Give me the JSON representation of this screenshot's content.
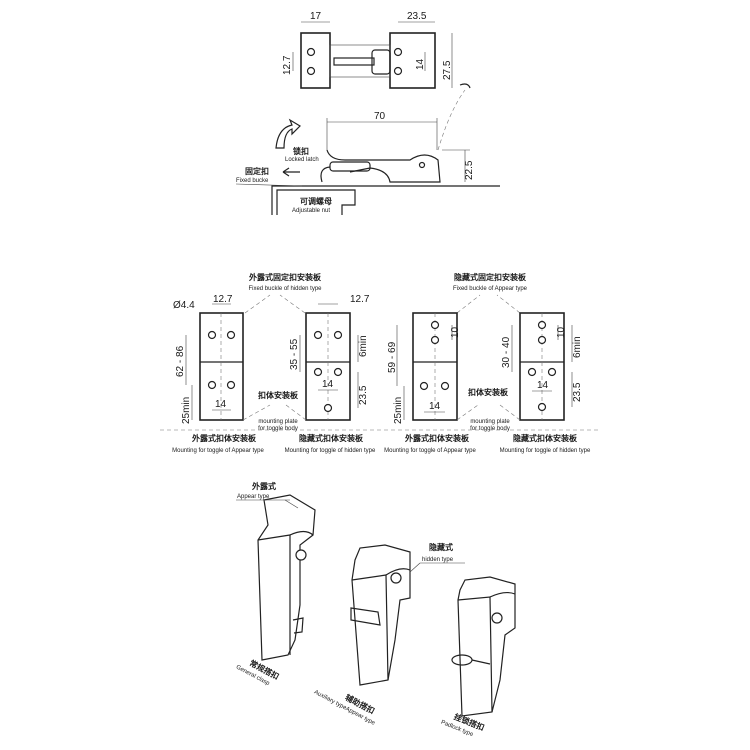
{
  "top_drawing": {
    "dims": {
      "left_width": "17",
      "right_width": "23.5",
      "left_hole_pitch": "12.7",
      "right_hole_pitch": "14",
      "right_height": "27.5",
      "length": "70",
      "height": "22.5"
    },
    "labels": {
      "locked_latch_cn": "锁扣",
      "locked_latch_en": "Locked latch",
      "fixed_buckle_cn": "固定扣",
      "fixed_buckle_en": "Fixed bucke",
      "adjustable_nut_cn": "可调螺母",
      "adjustable_nut_en": "Adjustable nut"
    }
  },
  "mounting": {
    "left_group": {
      "title_cn": "外露式固定扣安装板",
      "title_en": "Fixed buckle of hidden type",
      "plate_a": {
        "hole_dia": "Ø4.4",
        "pitch_top": "12.7",
        "range": "62 - 86",
        "min": "25min",
        "pitch_bottom": "14",
        "caption_cn": "外露式扣体安装板",
        "caption_en": "Mounting for toggle of Appear type"
      },
      "plate_b": {
        "pitch_top": "12.7",
        "range": "35 - 55",
        "min": "6min",
        "pitch_bottom": "14",
        "offset": "23.5",
        "caption_cn": "隐藏式扣体安装板",
        "caption_en": "Mounting for toggle of hidden type"
      },
      "body_cn": "扣体安装板",
      "body_en1": "mounting plate",
      "body_en2": "for toggle body"
    },
    "right_group": {
      "title_cn": "隐藏式固定扣安装板",
      "title_en": "Fixed buckle of Appear type",
      "plate_a": {
        "pitch_top": "10",
        "range": "59 - 69",
        "min": "25min",
        "pitch_bottom": "14",
        "caption_cn": "外露式扣体安装板",
        "caption_en": "Mounting for toggle of Appear type"
      },
      "plate_b": {
        "pitch_top": "10",
        "range": "30 - 40",
        "min": "6min",
        "pitch_bottom": "14",
        "offset": "23.5",
        "caption_cn": "隐藏式扣体安装板",
        "caption_en": "Mounting for toggle of hidden type"
      },
      "body_cn": "扣体安装板",
      "body_en1": "mounting plate",
      "body_en2": "for toggle body"
    }
  },
  "latches": {
    "appear_cn": "外露式",
    "appear_en": "Appear type",
    "hidden_cn": "隐藏式",
    "hidden_en": "hidden type",
    "items": [
      {
        "cn": "常规搭扣",
        "en": "General clasp"
      },
      {
        "cn": "辅助搭扣",
        "en": "Auxiliary typeAppear type"
      },
      {
        "cn": "挂锁搭扣",
        "en": "Padlock type"
      }
    ]
  }
}
